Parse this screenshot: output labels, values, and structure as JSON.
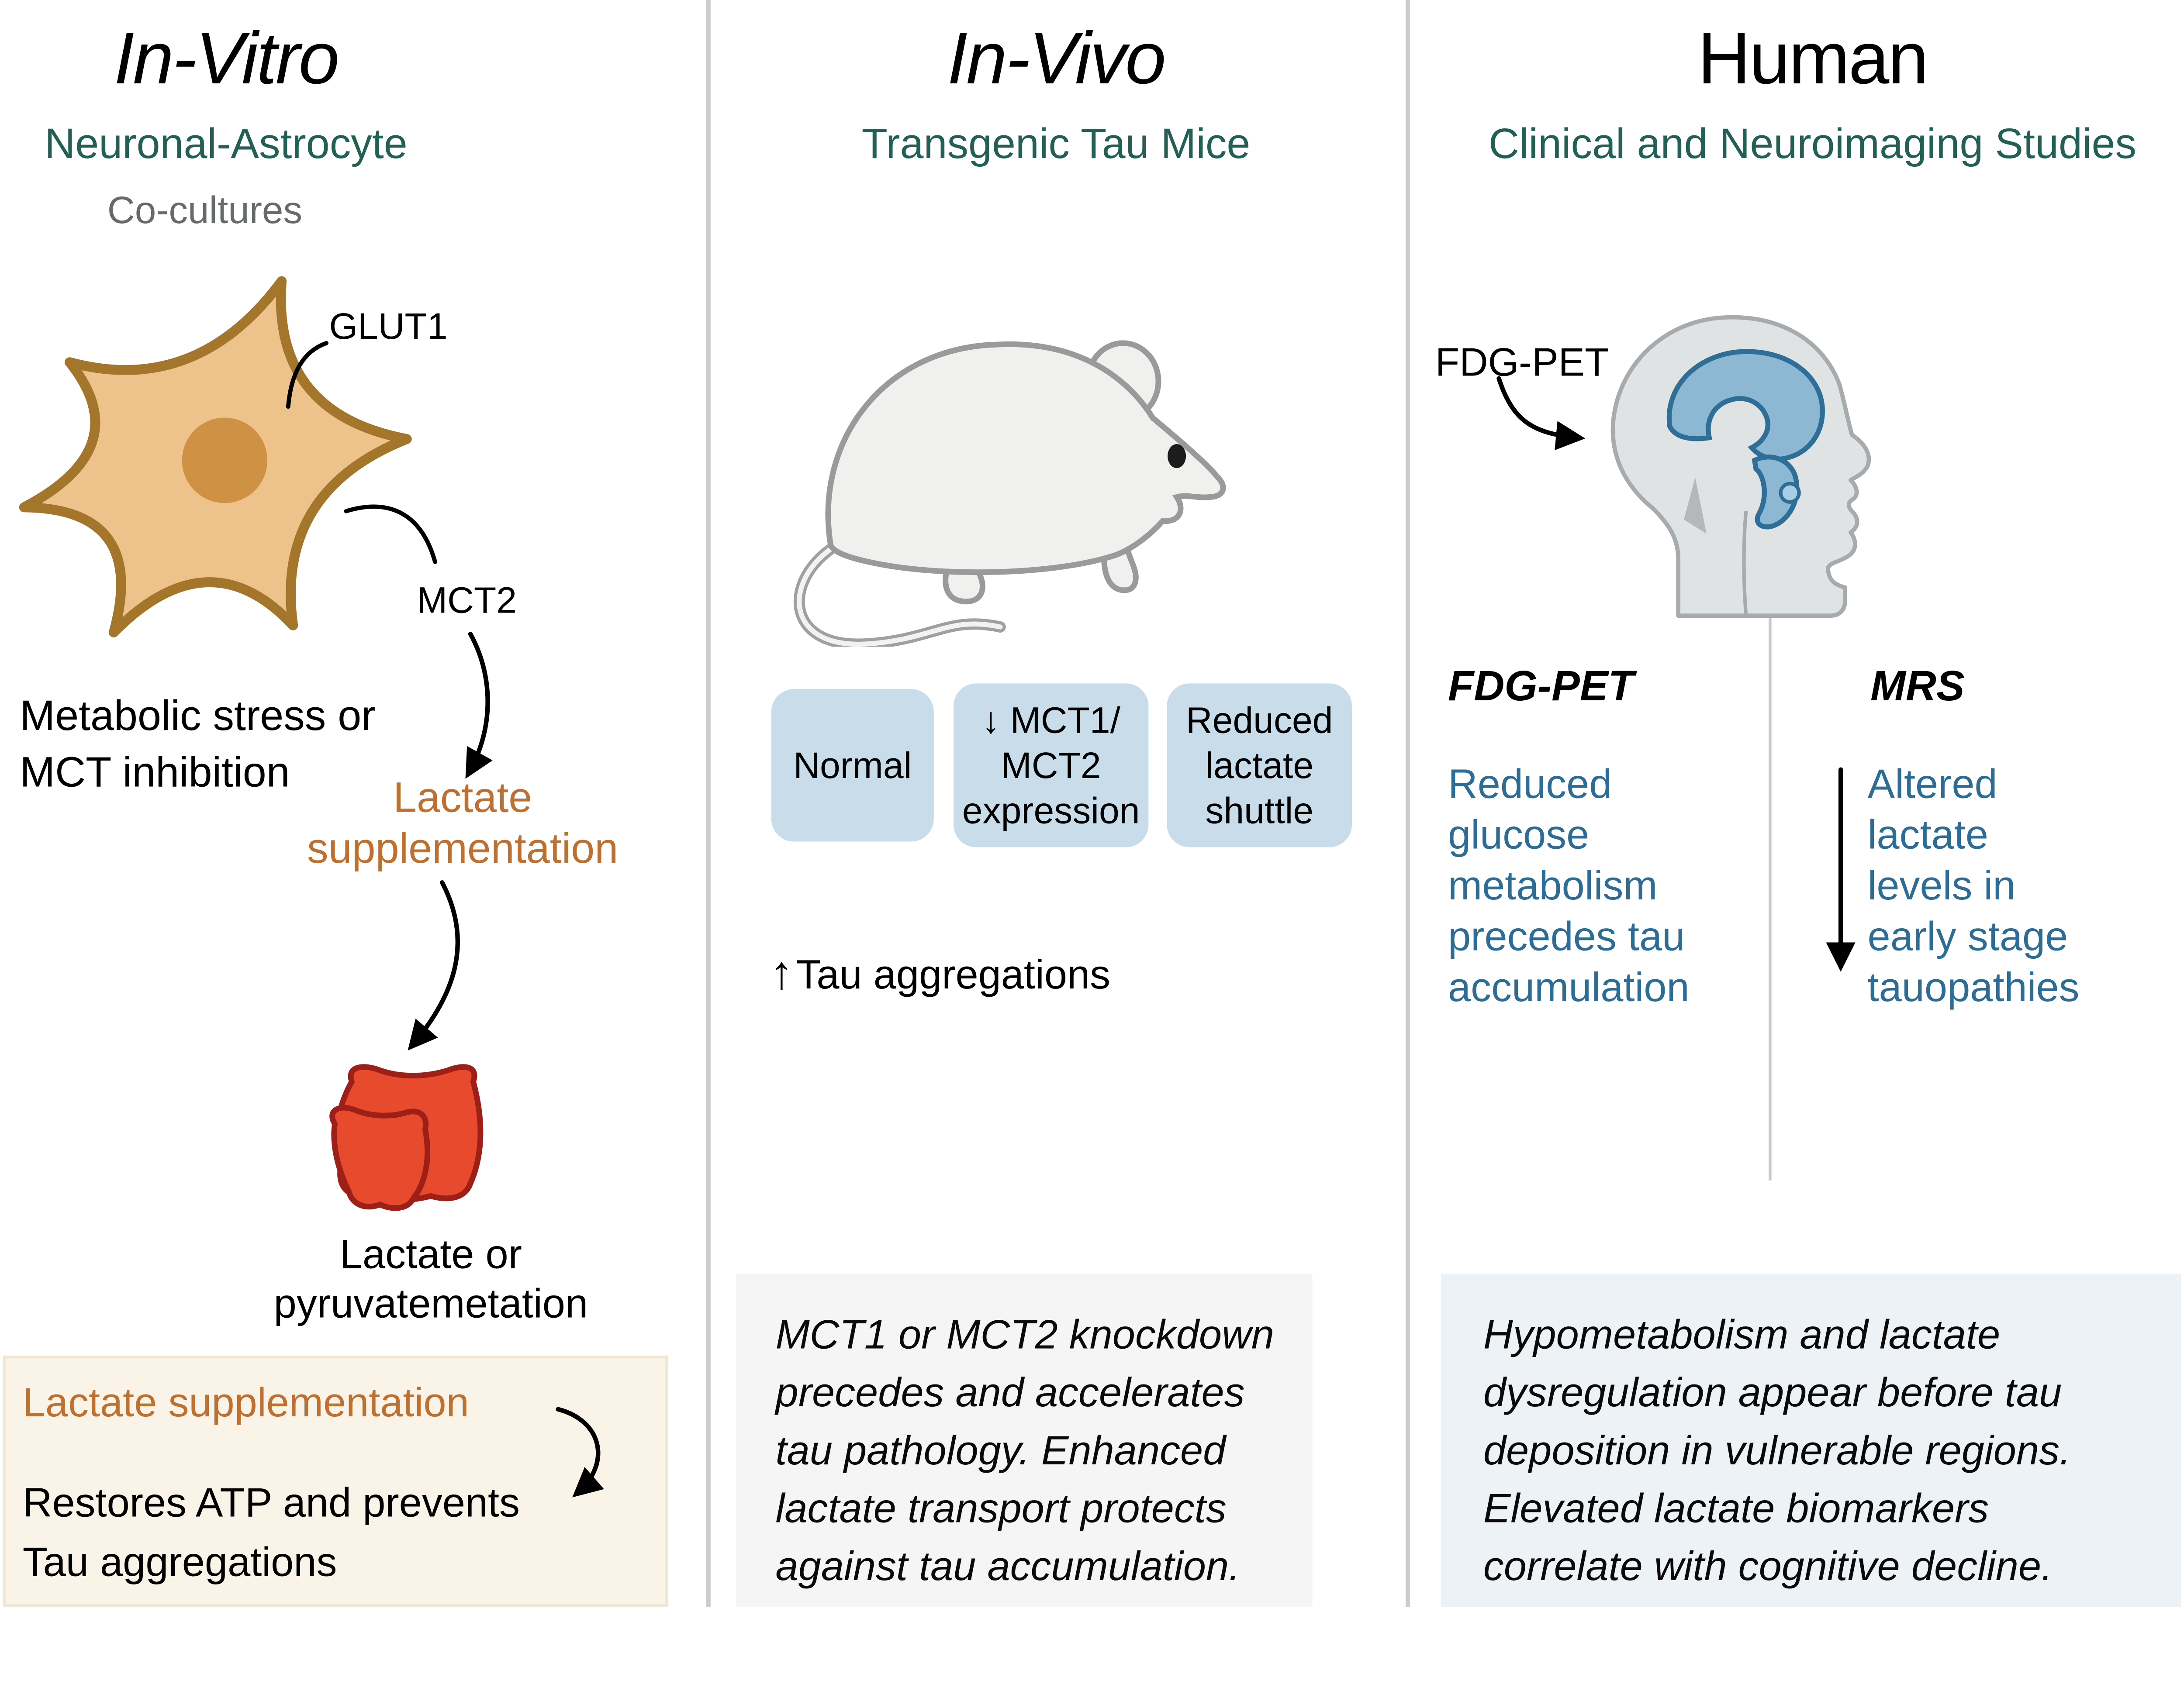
{
  "colors": {
    "teal_header": "#226056",
    "orange_accent": "#bd7030",
    "blue_body_text": "#2d6d95",
    "stage_box_blue": "#c8dde9",
    "cream_summary_box": "#faf3e7",
    "gray_summary_box": "#f5f5f5",
    "blue_summary_box": "#edf2f6",
    "red_blob": "#e84a2e",
    "astrocyte_fill": "#edc38b",
    "divider_gray": "#cbcbcb"
  },
  "icons": {
    "up_arrow": "↑",
    "down_arrow": "↓"
  },
  "invitro": {
    "title": "In-Vitro",
    "subtitle": "Neuronal-Astrocyte",
    "subtitle2": "Co-cultures",
    "glut1_label": "GLUT1",
    "mct2_label": "MCT2",
    "stress_text": "Metabolic stress or\nMCT inhibition",
    "supplementation_text": "Lactate\nsupplementation",
    "blob_caption": "Lactate or\npyruvatemetation",
    "summary": {
      "highlight": "Lactate supplementation",
      "text": "Restores ATP and prevents\nTau aggregations"
    }
  },
  "invivo": {
    "title": "In-Vivo",
    "subtitle": "Transgenic Tau Mice",
    "stages": [
      "Normal",
      "↓ MCT1/\nMCT2\nexpression",
      "Reduced\nlactate\nshuttle"
    ],
    "tau_text": "Tau aggregations",
    "summary_text": "MCT1 or MCT2 knockdown\nprecedes and accelerates\ntau pathology. Enhanced\nlactate transport protects\nagainst tau accumulation."
  },
  "human": {
    "title": "Human",
    "subtitle": "Clinical and Neuroimaging Studies",
    "scan_label": "FDG-PET",
    "fdg": {
      "heading": "FDG-PET",
      "text": "Reduced\nglucose\nmetabolism\nprecedes tau\naccumulation"
    },
    "mrs": {
      "heading": "MRS",
      "text": "Altered\nlactate\nlevels in\nearly stage\ntauopathies"
    },
    "summary_text": "Hypometabolism and lactate\ndysregulation appear before tau\ndeposition in vulnerable regions.\nElevated lactate biomarkers\ncorrelate with cognitive decline."
  }
}
